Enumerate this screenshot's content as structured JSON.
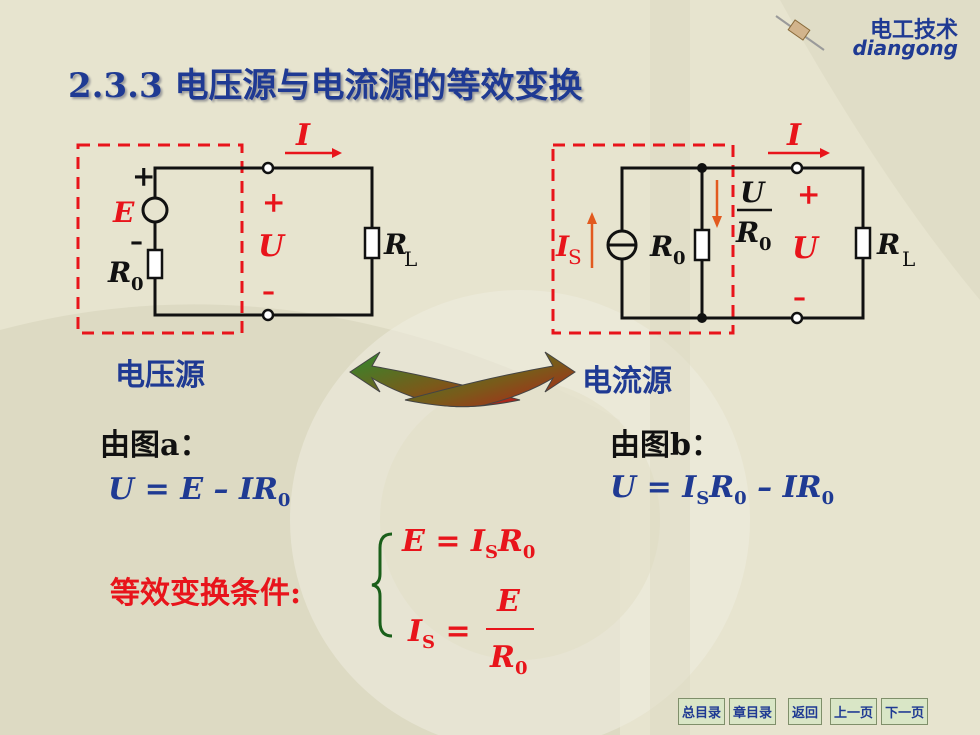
{
  "logo": {
    "cn": "电工技术",
    "en": "diangong"
  },
  "title": "2.3.3  电压源与电流源的等效变换",
  "circuit_a": {
    "caption": "电压源",
    "current": "I",
    "emf": "E",
    "internal_r": "R",
    "internal_r_sub": "0",
    "plus": "+",
    "minus": "–",
    "voltage": "U",
    "load": "R",
    "load_sub": "L"
  },
  "circuit_b": {
    "caption": "电流源",
    "current": "I",
    "source": "I",
    "source_sub": "S",
    "internal_r": "R",
    "internal_r_sub": "0",
    "frac_num": "U",
    "frac_den": "R",
    "frac_den_sub": "0",
    "plus": "+",
    "minus": "–",
    "voltage": "U",
    "load": "R",
    "load_sub": "L"
  },
  "from_a": {
    "label": "由图",
    "tag": "a",
    "colon": "：",
    "equation": "U = E – IR",
    "sub": "0"
  },
  "from_b": {
    "label": "由图",
    "tag": "b",
    "colon": "：",
    "equation": "U = I",
    "sub_s": "S",
    "mid": "R",
    "sub0": "0",
    "rest": " – IR",
    "sub0b": "0"
  },
  "condition": {
    "label": "等效变换条件:",
    "eq1_left": "E",
    "eq1_right": "= I",
    "eq1_sub_s": "S",
    "eq1_r": "R",
    "eq1_sub_0": "0",
    "eq2_left": "I",
    "eq2_sub_s": "S",
    "eq2_equals": "=",
    "eq2_num": "E",
    "eq2_den": "R",
    "eq2_den_sub": "0"
  },
  "nav": [
    "总目录",
    "章目录",
    "返回",
    "上一页",
    "下一页"
  ]
}
